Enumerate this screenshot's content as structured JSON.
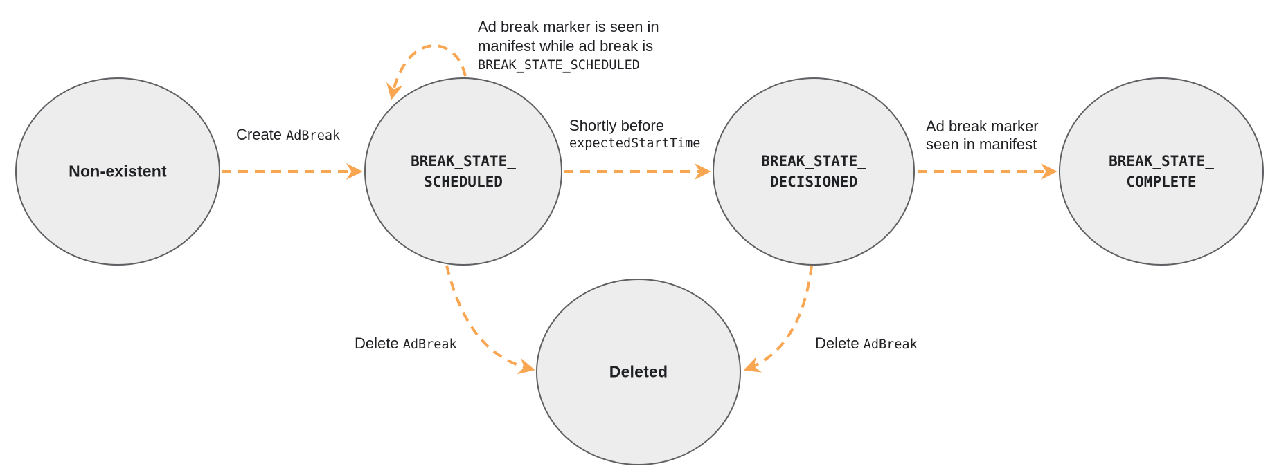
{
  "colors": {
    "arrow": "#F9A652",
    "node_fill": "#EDEDED",
    "node_border": "#5E6063",
    "text": "#202124",
    "bg": "#FFFFFF"
  },
  "states": {
    "non_existent": {
      "label": "Non-existent"
    },
    "scheduled": {
      "line1": "BREAK_STATE_",
      "line2": "SCHEDULED"
    },
    "decisioned": {
      "line1": "BREAK_STATE_",
      "line2": "DECISIONED"
    },
    "complete": {
      "line1": "BREAK_STATE_",
      "line2": "COMPLETE"
    },
    "deleted": {
      "label": "Deleted"
    }
  },
  "transitions": {
    "create": {
      "prefix": "Create ",
      "code": "AdBreak"
    },
    "self_loop": {
      "line1": "Ad break marker is seen in",
      "line2": "manifest while ad break is",
      "line3": "BREAK_STATE_SCHEDULED"
    },
    "to_decisioned": {
      "line1": "Shortly before",
      "code": "expectedStartTime"
    },
    "to_complete": {
      "line1": "Ad break marker",
      "line2": "seen in manifest"
    },
    "delete_from_scheduled": {
      "prefix": "Delete ",
      "code": "AdBreak"
    },
    "delete_from_decisioned": {
      "prefix": "Delete ",
      "code": "AdBreak"
    }
  }
}
